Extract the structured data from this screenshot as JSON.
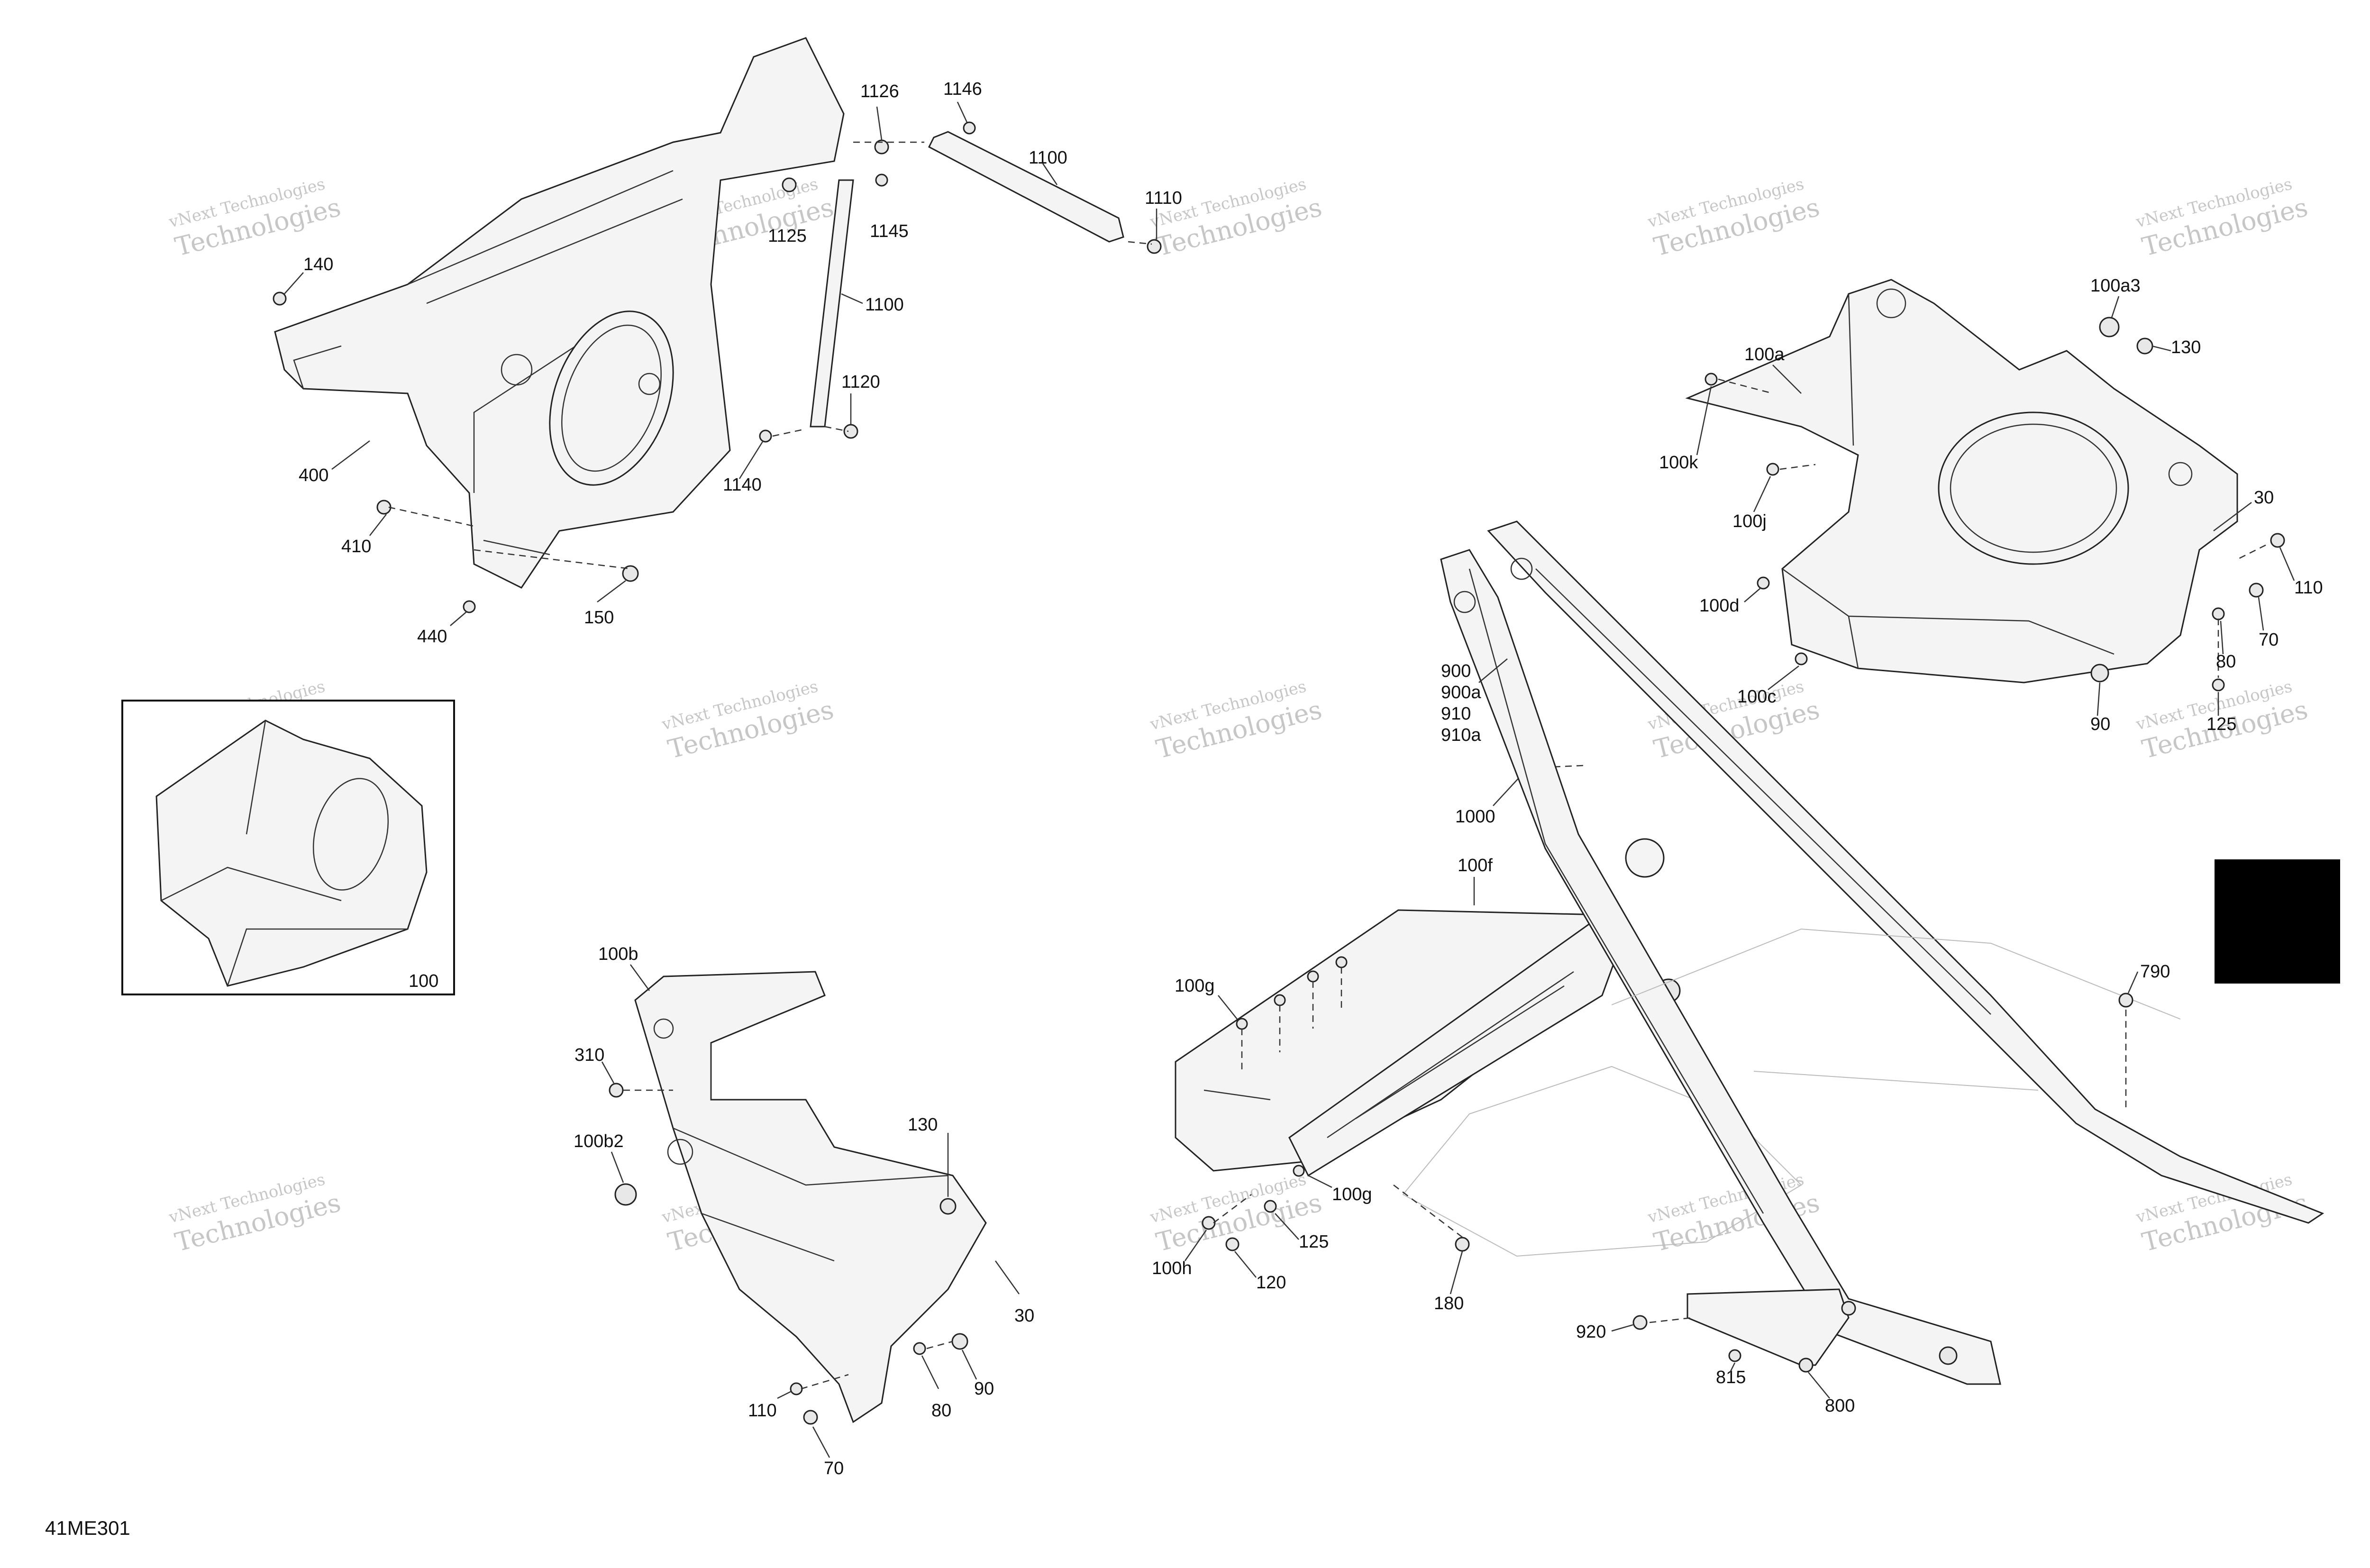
{
  "document_code": "41ME301",
  "watermark": {
    "line1": "vNext Technologies",
    "line2": "Technologies"
  },
  "callouts": {
    "c1126": "1126",
    "c1146": "1146",
    "c1100a": "1100",
    "c1110": "1110",
    "c1125": "1125",
    "c1145": "1145",
    "c1100b": "1100",
    "c140": "140",
    "c1120": "1120",
    "c1140": "1140",
    "c400": "400",
    "c410": "410",
    "c440": "440",
    "c150": "150",
    "c100": "100",
    "c100b": "100b",
    "c310": "310",
    "c100b2": "100b2",
    "c130a": "130",
    "c30a": "30",
    "c110a": "110",
    "c80a": "80",
    "c90a": "90",
    "c70a": "70",
    "c100g_a": "100g",
    "c100f": "100f",
    "c100g_b": "100g",
    "c125a": "125",
    "c100h": "100h",
    "c120": "120",
    "c180": "180",
    "c900": "900",
    "c900a": "900a",
    "c910": "910",
    "c910a": "910a",
    "c1000": "1000",
    "c920": "920",
    "c815": "815",
    "c800": "800",
    "c790": "790",
    "c100a3": "100a3",
    "c130b": "130",
    "c100a": "100a",
    "c100k": "100k",
    "c100j": "100j",
    "c30b": "30",
    "c100d": "100d",
    "c110b": "110",
    "c70b": "70",
    "c80b": "80",
    "c100c": "100c",
    "c90b": "90",
    "c125b": "125"
  },
  "colors": {
    "line": "#222222",
    "tab": "#000000",
    "watermark": "#999999"
  }
}
